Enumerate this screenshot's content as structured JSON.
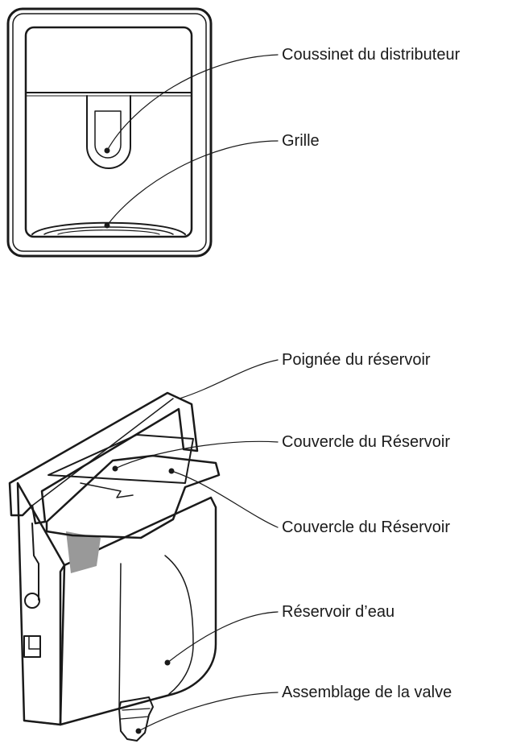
{
  "labels": {
    "dispenser_pad": "Coussinet du distributeur",
    "grille": "Grille",
    "tank_handle": "Poignée du réservoir",
    "tank_cover_1": "Couvercle du Réservoir",
    "tank_cover_2": "Couvercle du Réservoir",
    "water_tank": "Réservoir d’eau",
    "valve_assembly": "Assemblage de la valve"
  }
}
